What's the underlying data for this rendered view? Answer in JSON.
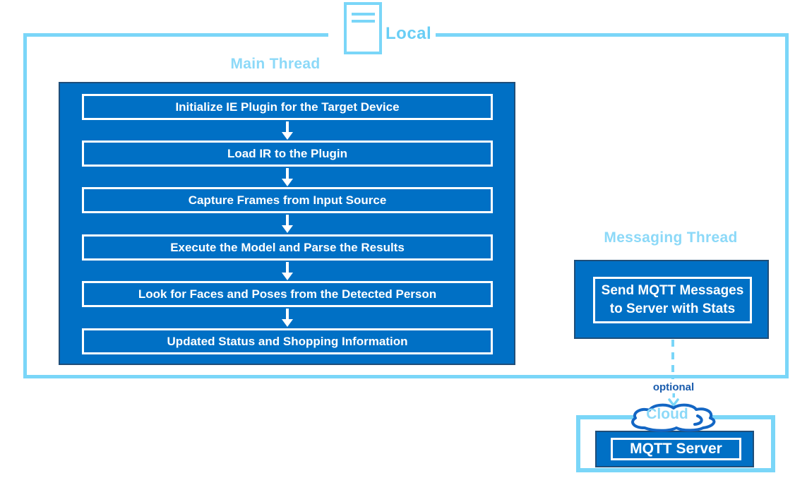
{
  "colors": {
    "dark_blue": "#0070C5",
    "panel_edge": "#1F4E79",
    "light_blue_border": "#7AD6F8",
    "light_blue_text": "#69CEF5",
    "optional_text_blue": "#1A5CAD",
    "cloud_stroke": "#1366C4",
    "white": "#FFFFFF"
  },
  "local": {
    "label": "Local",
    "icon": "document-icon"
  },
  "main_thread": {
    "title": "Main Thread",
    "steps": [
      "Initialize IE Plugin for the Target Device",
      "Load IR to the Plugin",
      "Capture Frames from Input Source",
      "Execute the Model and Parse the Results",
      "Look for Faces and Poses from the Detected Person",
      "Updated Status and Shopping Information"
    ]
  },
  "messaging_thread": {
    "title": "Messaging Thread",
    "box_lines": [
      "Send MQTT Messages",
      "to Server with Stats"
    ]
  },
  "connector": {
    "label": "optional"
  },
  "cloud": {
    "label": "Cloud"
  },
  "mqtt_server": {
    "label": "MQTT Server"
  }
}
